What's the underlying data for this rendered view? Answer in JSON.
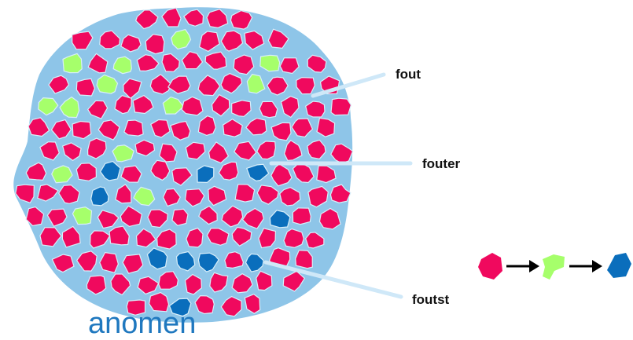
{
  "labels": {
    "fout": "fout",
    "fouter": "fouter",
    "foutst": "foutst"
  },
  "cutoff_text": "anomen",
  "colors": {
    "membrane": "#8ec5e8",
    "membrane_inner": "#a9d4f0",
    "cell_outline": "#d8eef9",
    "red": "#f0095e",
    "green": "#a6ff6b",
    "blue": "#0a6ebc",
    "arrow": "#000000",
    "pointer_line": "#cfe8f8",
    "cutoff_text": "#1f78bf"
  },
  "legend_sequence": [
    "red-cell-icon",
    "arrow-icon",
    "green-cell-icon",
    "arrow-icon",
    "blue-cell-icon"
  ]
}
